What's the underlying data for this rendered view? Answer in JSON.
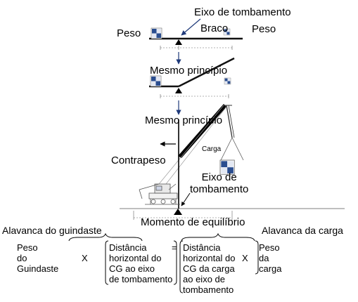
{
  "diagram": {
    "panel_top": {
      "tipping_axis_label": "Eixo de tombamento",
      "weight_left_label": "Peso",
      "arm_label": "Braco",
      "weight_right_label": "Peso"
    },
    "panel_middle": {
      "same_principle_label": "Mesmo princípio"
    },
    "panel_crane": {
      "same_principle_label": "Mesmo princípio",
      "load_label": "Carga",
      "counterweight_label": "Contrapeso",
      "tipping_axis_label": "Eixo de\ntombamento",
      "equilibrium_moment_label": "Momento de equilíbrio"
    },
    "equation": {
      "crane_lever_label": "Alavanca do guindaste",
      "load_lever_label": "Alavanca da carga",
      "crane_weight_text": "Peso\ndo\nGuindaste",
      "multiply_1": "X",
      "crane_cg_distance_text": "Distância\nhorizontal do\nCG ao eixo\nde tombamento",
      "equals_sign": "=",
      "load_cg_distance_text": "Distância\nhorizontal do\nCG da carga\nao eixo de\ntombamento",
      "multiply_2": "X",
      "load_weight_text": "Peso\nda\ncarga"
    }
  }
}
